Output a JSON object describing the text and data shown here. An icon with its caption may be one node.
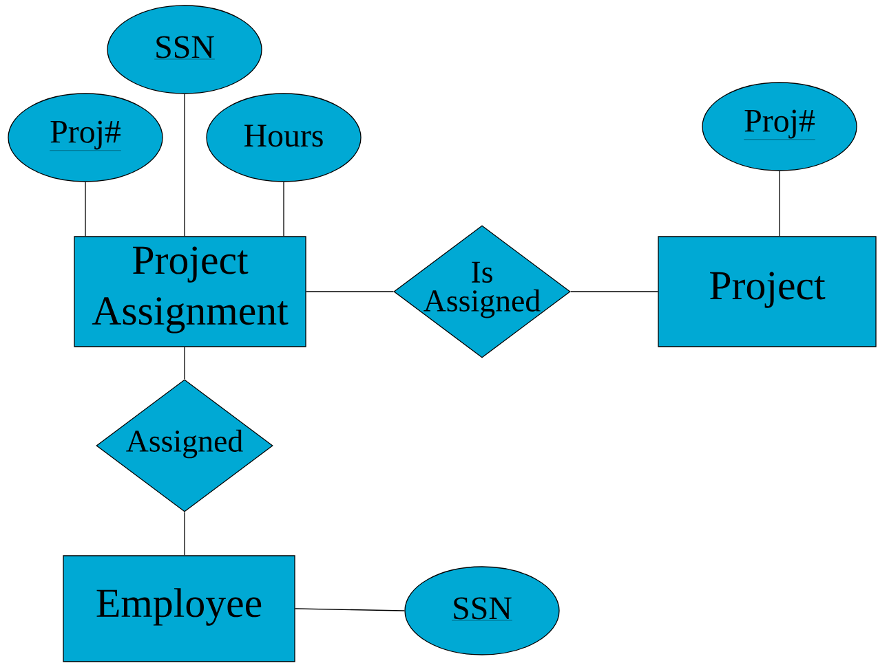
{
  "diagram": {
    "nodes": [
      {
        "text": [
          "SSN"
        ]
      },
      {
        "text": [
          "Proj#"
        ]
      },
      {
        "text": [
          "Hours"
        ]
      },
      {
        "text": [
          "Project Assignment"
        ]
      },
      {
        "text": [
          "Is Assigned"
        ]
      },
      {
        "text": [
          "Proj#"
        ]
      },
      {
        "text": [
          "Project"
        ]
      },
      {
        "text": [
          "Assigned"
        ]
      },
      {
        "text": [
          "Employee"
        ]
      },
      {
        "text": [
          "SSN"
        ]
      }
    ],
    "edges": [
      {
        "from": 0,
        "to": 3,
        "arrow": "none"
      },
      {
        "from": 1,
        "to": 3,
        "arrow": "none"
      },
      {
        "from": 2,
        "to": 3,
        "arrow": "none"
      },
      {
        "from": 3,
        "to": 4,
        "arrow": "none"
      },
      {
        "from": 4,
        "to": 6,
        "arrow": "none"
      },
      {
        "from": 5,
        "to": 6,
        "arrow": "none"
      },
      {
        "from": 3,
        "to": 7,
        "arrow": "none"
      },
      {
        "from": 7,
        "to": 8,
        "arrow": "none"
      },
      {
        "from": 8,
        "to": 9,
        "arrow": "none"
      }
    ]
  }
}
